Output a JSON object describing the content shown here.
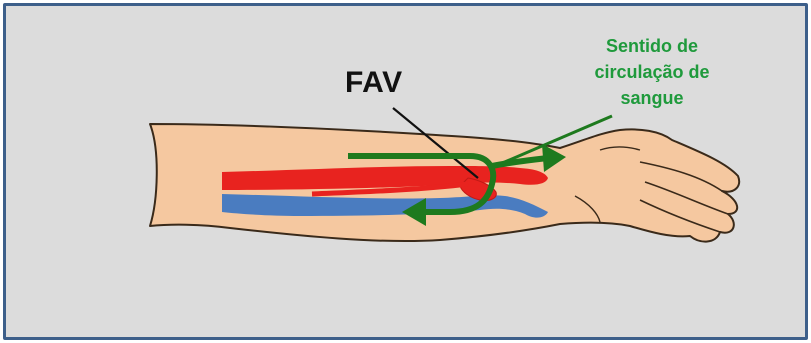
{
  "labels": {
    "fistula": "FAV",
    "flow_line_1": "Sentido de",
    "flow_line_2": "circulação de",
    "flow_line_3": "sangue"
  },
  "colors": {
    "frame_border": "#3d5f8a",
    "background": "#dcdcdc",
    "skin": "#f5c8a0",
    "skin_outline": "#3a2a1a",
    "artery": "#e8231f",
    "vein": "#4a7cc0",
    "flow_arrow": "#1e7a1e",
    "label_green": "#1f9a3c"
  },
  "icons": {
    "arm": "forearm-hand-illustration",
    "flow_arrow": "flow-direction-arrow"
  }
}
